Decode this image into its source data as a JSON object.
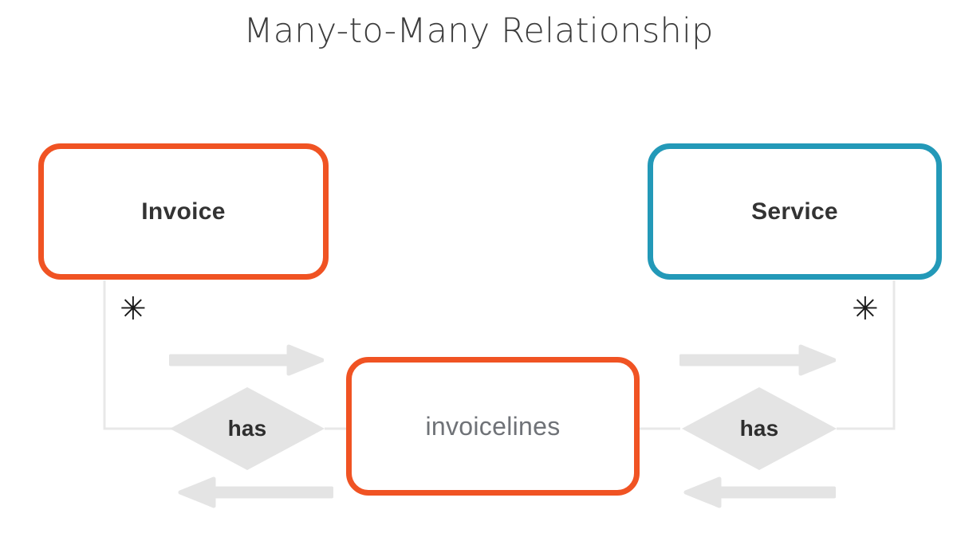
{
  "diagram": {
    "title": "Many-to-Many Relationship",
    "type": "entity-relationship",
    "colors": {
      "orange": "#F05323",
      "teal": "#2399B8",
      "diamond_gray": "#E4E4E4",
      "arrow_gray": "#E4E4E4",
      "connector_gray": "#E8E8E8",
      "title_text": "#3C3C3C",
      "entity_text": "#333333",
      "join_entity_text": "#6F7277",
      "background": "#FFFFFF"
    },
    "entities": [
      {
        "id": "invoice",
        "label": "Invoice",
        "border_color": "#F05323",
        "role": "parent-left"
      },
      {
        "id": "service",
        "label": "Service",
        "border_color": "#2399B8",
        "role": "parent-right"
      },
      {
        "id": "invoicelines",
        "label": "invoicelines",
        "border_color": "#F05323",
        "role": "join-table"
      }
    ],
    "relationships": [
      {
        "id": "has-left",
        "label": "has",
        "from": "invoice",
        "to": "invoicelines",
        "cardinality": "*"
      },
      {
        "id": "has-right",
        "label": "has",
        "from": "service",
        "to": "invoicelines",
        "cardinality": "*"
      }
    ],
    "cardinality_markers": [
      {
        "id": "invoice-many",
        "symbol": "✳",
        "attached_to": "invoice"
      },
      {
        "id": "service-many",
        "symbol": "✳",
        "attached_to": "service"
      }
    ],
    "arrows": [
      {
        "id": "left-top",
        "direction": "right",
        "icon": "arrow-right-icon"
      },
      {
        "id": "left-bottom",
        "direction": "left",
        "icon": "arrow-left-icon"
      },
      {
        "id": "right-top",
        "direction": "right",
        "icon": "arrow-right-icon"
      },
      {
        "id": "right-bottom",
        "direction": "left",
        "icon": "arrow-left-icon"
      }
    ]
  }
}
